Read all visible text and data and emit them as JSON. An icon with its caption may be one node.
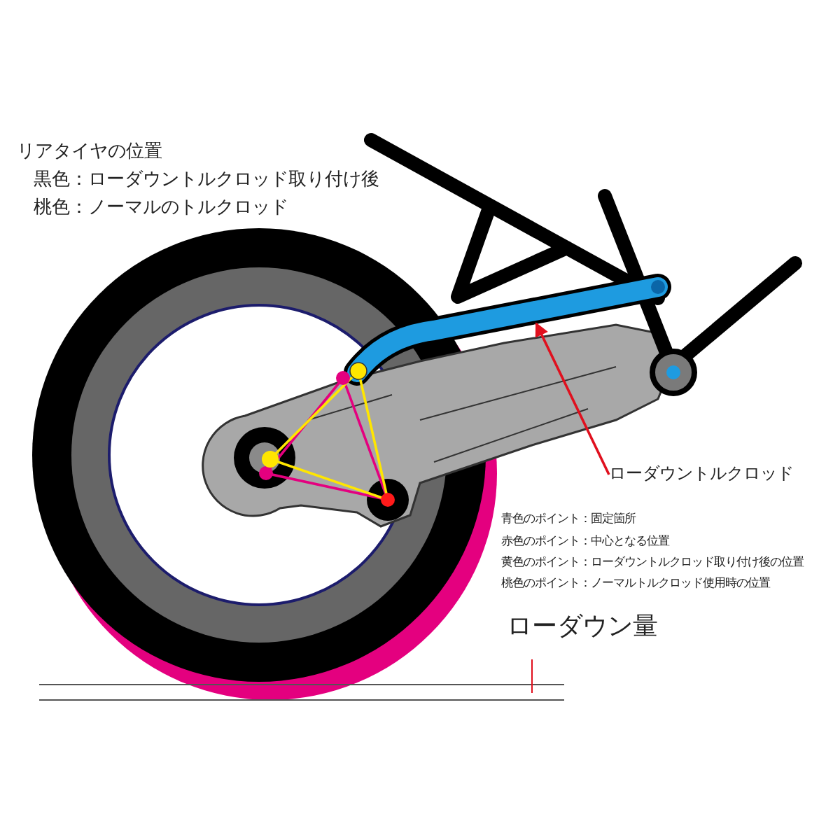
{
  "diagram": {
    "nodes": [
      {
        "text": [
          "ローダウントルクロッド"
        ]
      },
      {
        "text": [],
        "shape": "bar"
      }
    ],
    "edges": [
      {
        "from": 0,
        "to": 1,
        "arrow": "to",
        "color": "#e0101e"
      }
    ],
    "labels": [
      "リアタイヤの位置",
      "黒色：ローダウントルクロッド取り付け後",
      "桃色：ノーマルのトルクロッド",
      "青色のポイント：固定箇所",
      "赤色のポイント：中心となる位置",
      "黄色のポイント：ローダウントルクロッド取り付け後の位置",
      "桃色のポイント：ノーマルトルクロッド使用時の位置",
      "ローダウン量"
    ]
  }
}
